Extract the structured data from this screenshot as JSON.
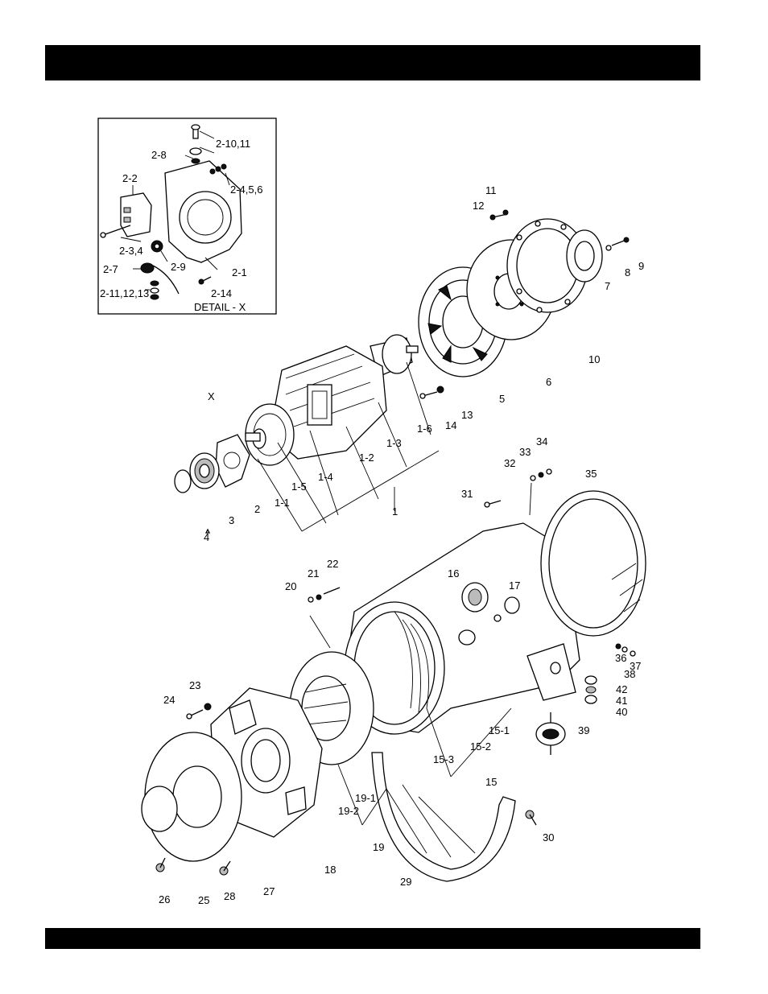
{
  "detail": {
    "caption": "DETAIL - X",
    "labels": [
      "2-10,11",
      "2-8",
      "2-4,5,6",
      "2-2",
      "2-3,4",
      "2-9",
      "2-1",
      "2-7",
      "2-14",
      "2-11,12,13"
    ]
  },
  "parts": {
    "labels": [
      "11",
      "12",
      "9",
      "8",
      "7",
      "10",
      "6",
      "5",
      "13",
      "14",
      "1-6",
      "1-3",
      "1-2",
      "1-4",
      "1-5",
      "1-1",
      "1",
      "X",
      "2",
      "3",
      "4",
      "34",
      "33",
      "32",
      "35",
      "31",
      "22",
      "21",
      "20",
      "16",
      "17",
      "36",
      "37",
      "38",
      "42",
      "41",
      "40",
      "39",
      "23",
      "24",
      "15-1",
      "15-2",
      "15-3",
      "15",
      "19-1",
      "19-2",
      "19",
      "18",
      "26",
      "25",
      "28",
      "27",
      "29",
      "30"
    ]
  }
}
